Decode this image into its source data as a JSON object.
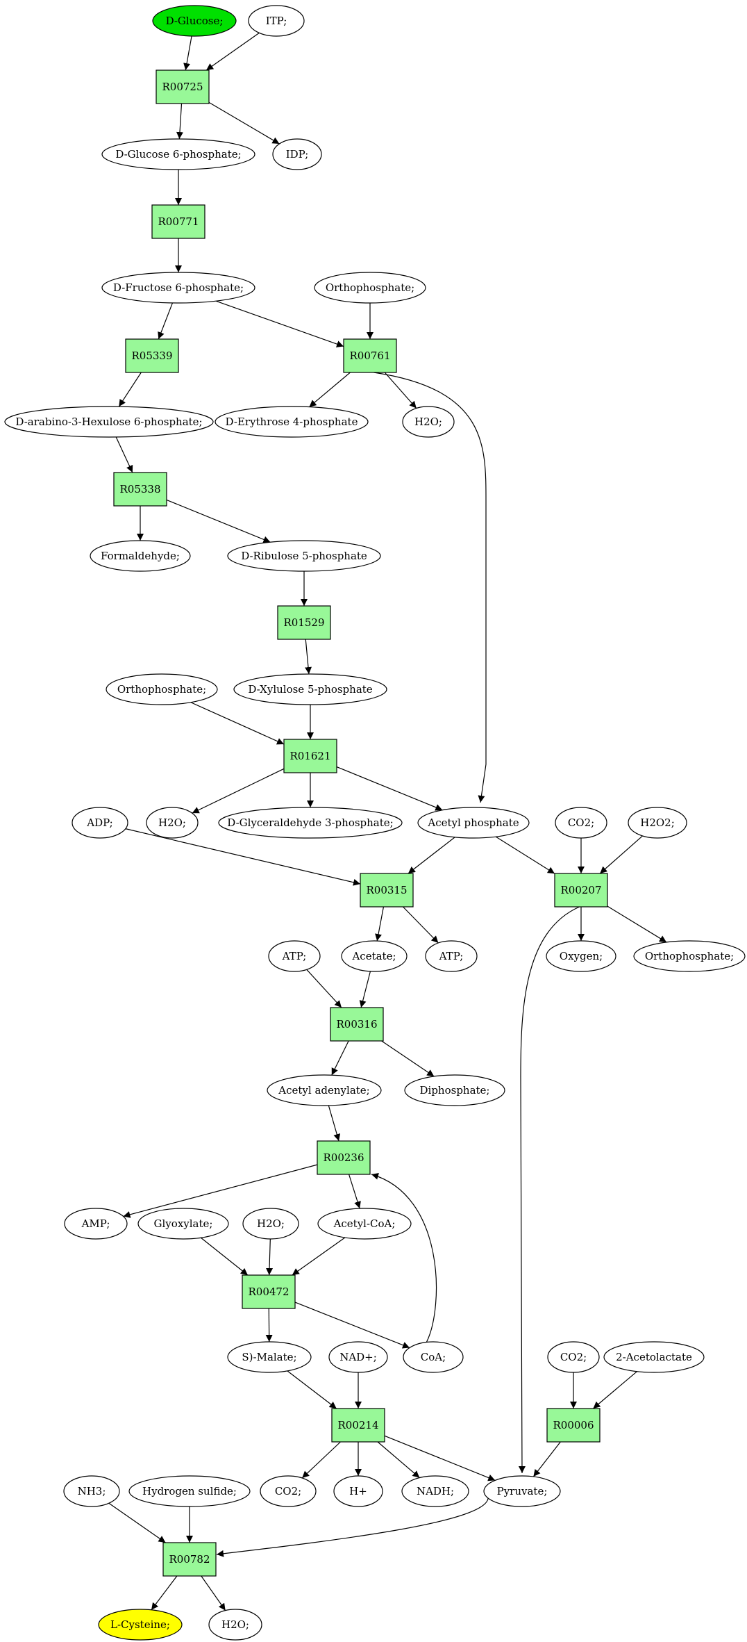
{
  "colors": {
    "reaction_fill": "#98f898",
    "metabolite_fill": "#ffffff",
    "start_fill": "#00e000",
    "end_fill": "#ffff00"
  },
  "reactions": [
    {
      "id": "r1",
      "label": "R00725"
    },
    {
      "id": "r2",
      "label": "R00771"
    },
    {
      "id": "r3",
      "label": "R05339"
    },
    {
      "id": "r4",
      "label": "R00761"
    },
    {
      "id": "r5",
      "label": "R05338"
    },
    {
      "id": "r6",
      "label": "R01529"
    },
    {
      "id": "r7",
      "label": "R01621"
    },
    {
      "id": "r8",
      "label": "R00315"
    },
    {
      "id": "r9",
      "label": "R00207"
    },
    {
      "id": "r10",
      "label": "R00316"
    },
    {
      "id": "r11",
      "label": "R00236"
    },
    {
      "id": "r12",
      "label": "R00472"
    },
    {
      "id": "r13",
      "label": "R00214"
    },
    {
      "id": "r14",
      "label": "R00006"
    },
    {
      "id": "r15",
      "label": "R00782"
    }
  ],
  "metabolites": [
    {
      "id": "m1",
      "label": "D-Glucose;",
      "role": "start"
    },
    {
      "id": "m2",
      "label": "ITP;"
    },
    {
      "id": "m3",
      "label": "D-Glucose 6-phosphate;"
    },
    {
      "id": "m4",
      "label": "IDP;"
    },
    {
      "id": "m5",
      "label": "D-Fructose 6-phosphate;"
    },
    {
      "id": "m6",
      "label": "Orthophosphate;"
    },
    {
      "id": "m7",
      "label": "D-arabino-3-Hexulose 6-phosphate;"
    },
    {
      "id": "m8",
      "label": "D-Erythrose 4-phosphate"
    },
    {
      "id": "m9",
      "label": "H2O;"
    },
    {
      "id": "m10",
      "label": "Formaldehyde;"
    },
    {
      "id": "m11",
      "label": "D-Ribulose 5-phosphate"
    },
    {
      "id": "m12",
      "label": "Orthophosphate;"
    },
    {
      "id": "m13",
      "label": "D-Xylulose 5-phosphate"
    },
    {
      "id": "m14",
      "label": "ADP;"
    },
    {
      "id": "m15",
      "label": "H2O;"
    },
    {
      "id": "m16",
      "label": "D-Glyceraldehyde 3-phosphate;"
    },
    {
      "id": "m17",
      "label": "Acetyl phosphate"
    },
    {
      "id": "m18",
      "label": "CO2;"
    },
    {
      "id": "m19",
      "label": "H2O2;"
    },
    {
      "id": "m20",
      "label": "ATP;"
    },
    {
      "id": "m21",
      "label": "Acetate;"
    },
    {
      "id": "m22",
      "label": "ATP;"
    },
    {
      "id": "m23",
      "label": "Oxygen;"
    },
    {
      "id": "m24",
      "label": "Orthophosphate;"
    },
    {
      "id": "m25",
      "label": "Acetyl adenylate;"
    },
    {
      "id": "m26",
      "label": "Diphosphate;"
    },
    {
      "id": "m27",
      "label": "AMP;"
    },
    {
      "id": "m28",
      "label": "Glyoxylate;"
    },
    {
      "id": "m29",
      "label": "H2O;"
    },
    {
      "id": "m30",
      "label": "Acetyl-CoA;"
    },
    {
      "id": "m31",
      "label": "S)-Malate;"
    },
    {
      "id": "m32",
      "label": "NAD+;"
    },
    {
      "id": "m33",
      "label": "CoA;"
    },
    {
      "id": "m34",
      "label": "CO2;"
    },
    {
      "id": "m35",
      "label": "2-Acetolactate"
    },
    {
      "id": "m36",
      "label": "NH3;"
    },
    {
      "id": "m37",
      "label": "Hydrogen sulfide;"
    },
    {
      "id": "m38",
      "label": "CO2;"
    },
    {
      "id": "m39",
      "label": "H+"
    },
    {
      "id": "m40",
      "label": "NADH;"
    },
    {
      "id": "m41",
      "label": "Pyruvate;"
    },
    {
      "id": "m42",
      "label": "L-Cysteine;",
      "role": "end"
    },
    {
      "id": "m43",
      "label": "H2O;"
    }
  ],
  "edges": [
    [
      "m1",
      "r1"
    ],
    [
      "m2",
      "r1"
    ],
    [
      "r1",
      "m3"
    ],
    [
      "r1",
      "m4"
    ],
    [
      "m3",
      "r2"
    ],
    [
      "r2",
      "m5"
    ],
    [
      "m5",
      "r3"
    ],
    [
      "m5",
      "r4"
    ],
    [
      "m6",
      "r4"
    ],
    [
      "r3",
      "m7"
    ],
    [
      "r4",
      "m8"
    ],
    [
      "r4",
      "m9"
    ],
    [
      "r4",
      "m17"
    ],
    [
      "m7",
      "r5"
    ],
    [
      "r5",
      "m10"
    ],
    [
      "r5",
      "m11"
    ],
    [
      "m11",
      "r6"
    ],
    [
      "r6",
      "m13"
    ],
    [
      "m12",
      "r7"
    ],
    [
      "m13",
      "r7"
    ],
    [
      "r7",
      "m15"
    ],
    [
      "r7",
      "m16"
    ],
    [
      "r7",
      "m17"
    ],
    [
      "m14",
      "r8"
    ],
    [
      "m17",
      "r8"
    ],
    [
      "m17",
      "r9"
    ],
    [
      "m18",
      "r9"
    ],
    [
      "m19",
      "r9"
    ],
    [
      "r8",
      "m21"
    ],
    [
      "r8",
      "m22"
    ],
    [
      "r9",
      "m23"
    ],
    [
      "r9",
      "m24"
    ],
    [
      "r9",
      "m41"
    ],
    [
      "m20",
      "r10"
    ],
    [
      "m21",
      "r10"
    ],
    [
      "r10",
      "m25"
    ],
    [
      "r10",
      "m26"
    ],
    [
      "m25",
      "r11"
    ],
    [
      "r11",
      "m27"
    ],
    [
      "r11",
      "m30"
    ],
    [
      "m33",
      "r11"
    ],
    [
      "m28",
      "r12"
    ],
    [
      "m29",
      "r12"
    ],
    [
      "m30",
      "r12"
    ],
    [
      "r12",
      "m31"
    ],
    [
      "r12",
      "m33"
    ],
    [
      "m31",
      "r13"
    ],
    [
      "m32",
      "r13"
    ],
    [
      "r13",
      "m38"
    ],
    [
      "r13",
      "m39"
    ],
    [
      "r13",
      "m40"
    ],
    [
      "r13",
      "m41"
    ],
    [
      "m34",
      "r14"
    ],
    [
      "m35",
      "r14"
    ],
    [
      "r14",
      "m41"
    ],
    [
      "m36",
      "r15"
    ],
    [
      "m37",
      "r15"
    ],
    [
      "m41",
      "r15"
    ],
    [
      "r15",
      "m42"
    ],
    [
      "r15",
      "m43"
    ]
  ]
}
